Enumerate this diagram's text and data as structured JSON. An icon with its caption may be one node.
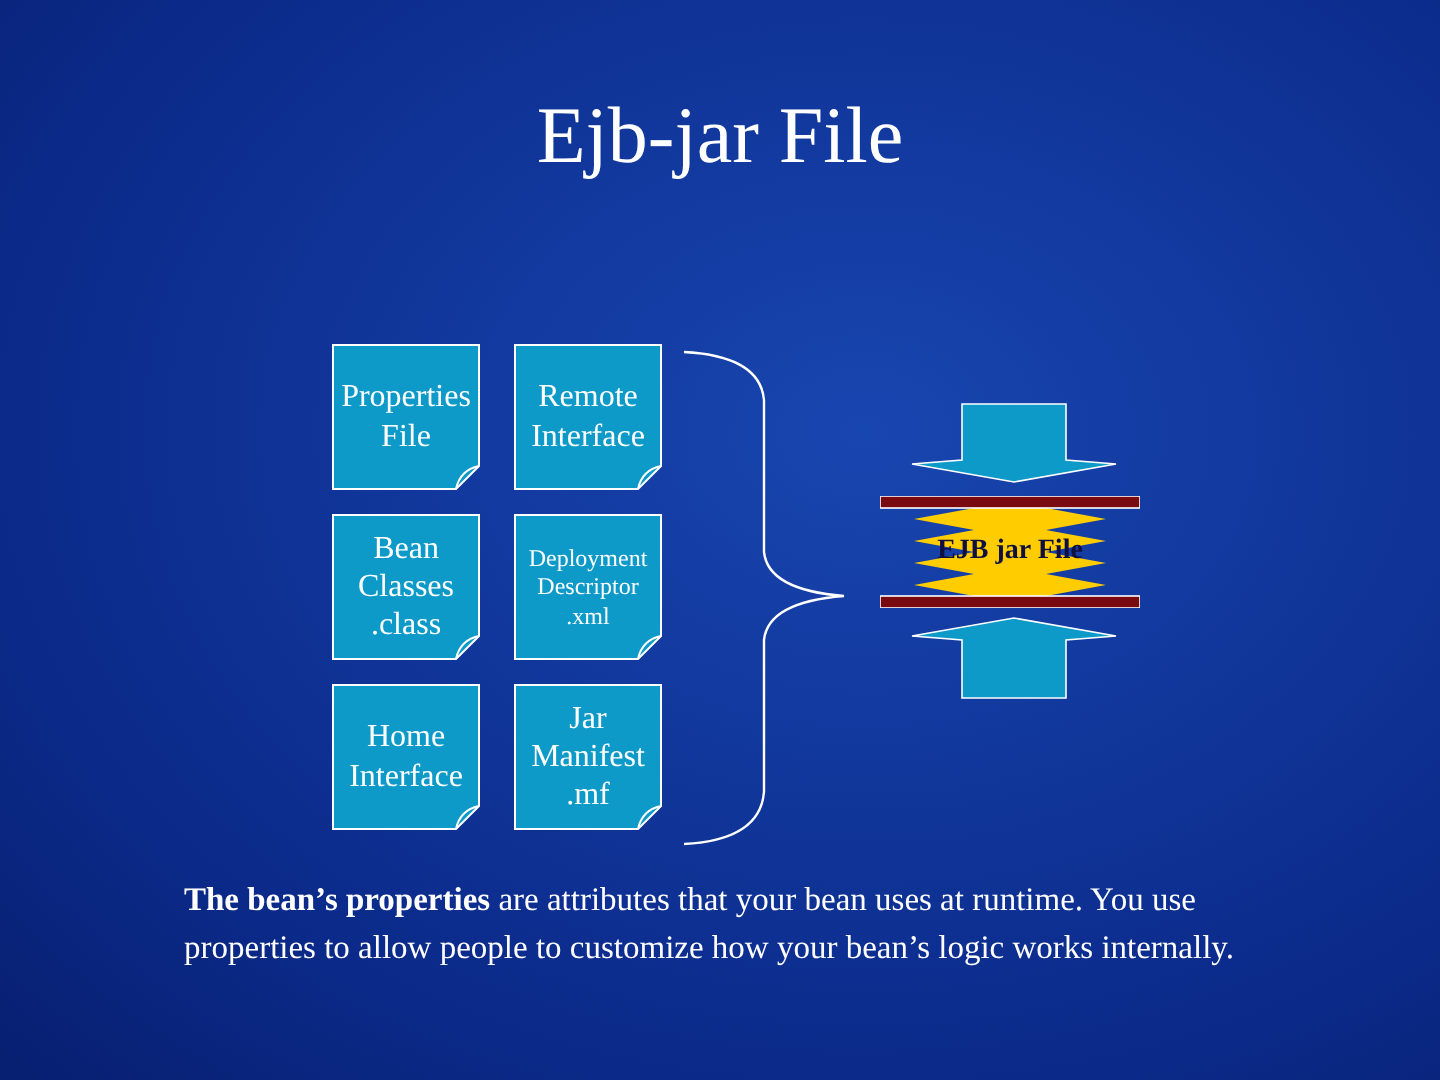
{
  "diagram": {
    "title": "Ejb-jar File",
    "nodes": [
      {
        "text": [
          "Properties File"
        ]
      },
      {
        "text": [
          "Remote Interface"
        ]
      },
      {
        "text": [
          "Bean Classes .class"
        ]
      },
      {
        "text": [
          "Deployment Descriptor .xml"
        ]
      },
      {
        "text": [
          "Home Interface"
        ]
      },
      {
        "text": [
          "Jar Manifest .mf"
        ]
      },
      {
        "text": [
          "EJB jar File"
        ]
      }
    ],
    "edges": [],
    "labels": [
      "**The bean’s properties** are attributes that your bean uses at runtime. You use properties to allow people to customize how your bean’s logic works internally."
    ]
  }
}
